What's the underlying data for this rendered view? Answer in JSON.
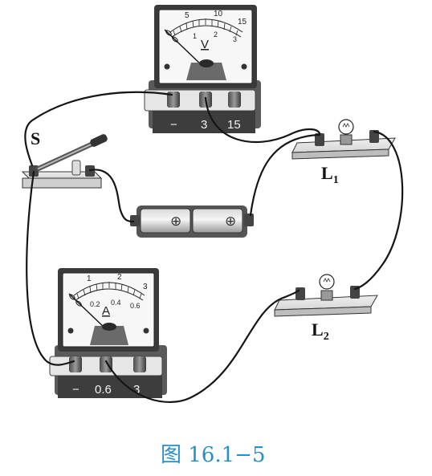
{
  "labels": {
    "switch": "S",
    "lamp1_main": "L",
    "lamp1_sub": "1",
    "lamp2_main": "L",
    "lamp2_sub": "2"
  },
  "voltmeter": {
    "letter": "V",
    "scale_upper": [
      "5",
      "10",
      "15"
    ],
    "scale_lower": [
      "1",
      "2",
      "3"
    ],
    "terminals": [
      "−",
      "3",
      "15"
    ]
  },
  "ammeter": {
    "letter": "A",
    "scale_upper": [
      "1",
      "2",
      "3"
    ],
    "scale_lower": [
      "0.2",
      "0.4",
      "0.6"
    ],
    "terminals": [
      "−",
      "0.6",
      "3"
    ]
  },
  "battery": {
    "symbols": [
      "⊕",
      "⊕"
    ]
  },
  "caption": "图 16.1−5"
}
